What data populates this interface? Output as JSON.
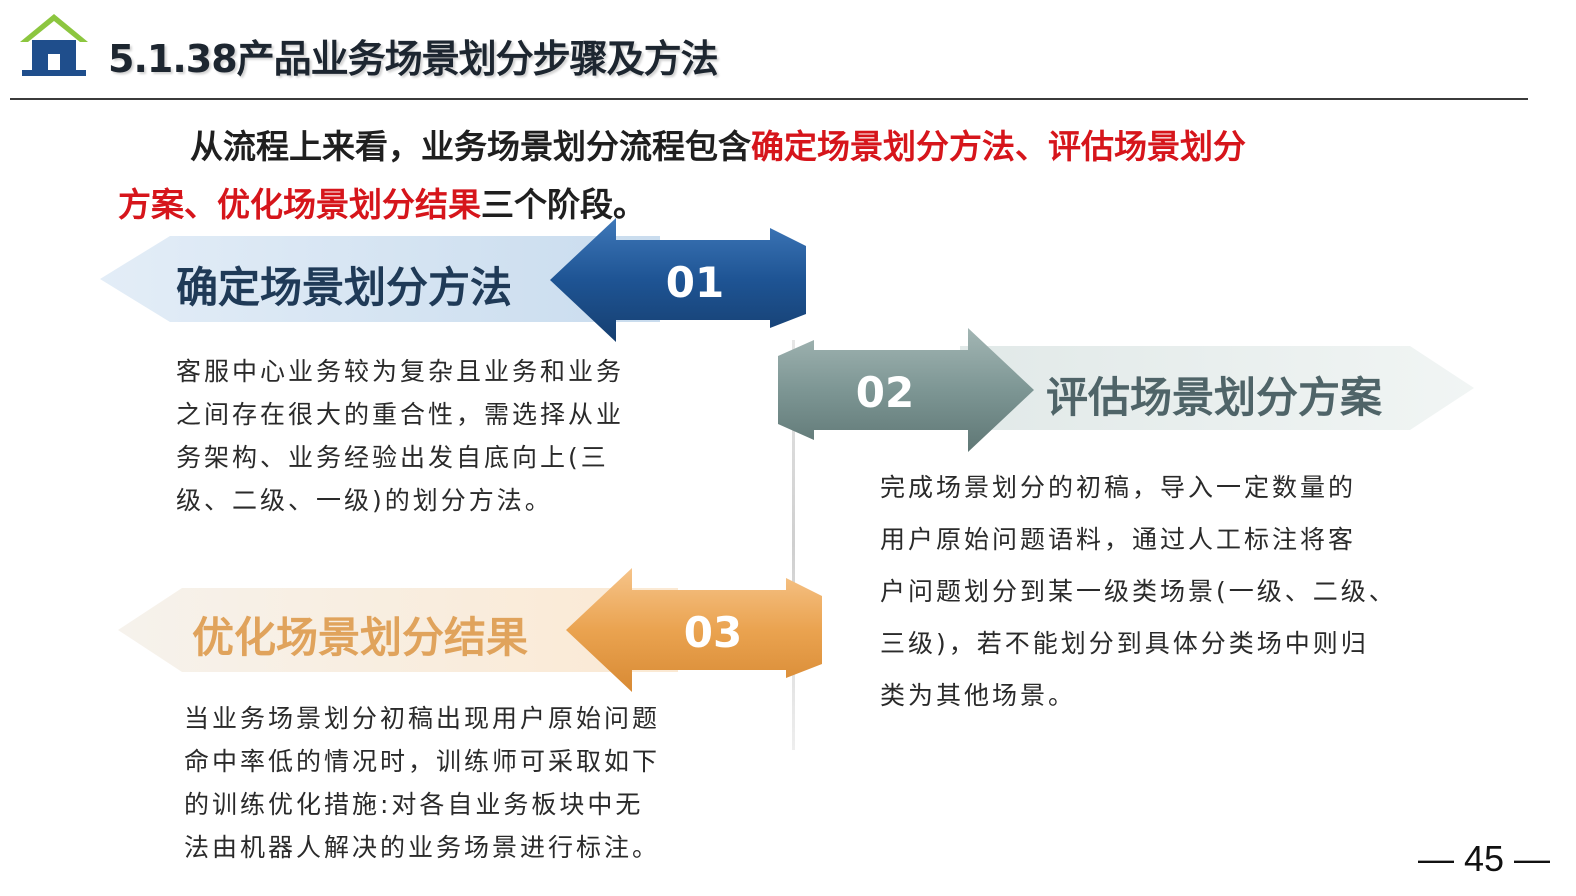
{
  "header": {
    "title": "5.1.38产品业务场景划分步骤及方法",
    "logo_icon": "house-icon",
    "colors": {
      "logo_blue": "#1f4e8c",
      "logo_green": "#8cc63f"
    }
  },
  "intro": {
    "part1": "从流程上来看，业务场景划分流程包含",
    "highlight1": "确定场景划分方法、评估场景划分",
    "highlight2": "方案、优化场景划分结果",
    "part2": "三个阶段。",
    "highlight_color": "#d6151b"
  },
  "stages": [
    {
      "number": "01",
      "title": "确定场景划分方法",
      "description": [
        "客服中心业务较为复杂且业务和业务",
        "之间存在很大的重合性，需选择从业",
        "务架构、业务经验出发自底向上(三",
        "级、二级、一级)的划分方法。"
      ],
      "color": "#1e5494"
    },
    {
      "number": "02",
      "title": "评估场景划分方案",
      "description": [
        "完成场景划分的初稿，导入一定数量的",
        "用户原始问题语料，通过人工标注将客",
        "户问题划分到某一级类场景(一级、二级、",
        "三级)，若不能划分到具体分类场中则归",
        "类为其他场景。"
      ],
      "color": "#7d9694"
    },
    {
      "number": "03",
      "title": "优化场景划分结果",
      "description": [
        "当业务场景划分初稿出现用户原始问题",
        "命中率低的情况时，训练师可采取如下",
        "的训练优化措施:对各自业务板块中无",
        "法由机器人解决的业务场景进行标注。"
      ],
      "color": "#eaa350"
    }
  ],
  "footer": {
    "page_number": "— 45 —"
  }
}
